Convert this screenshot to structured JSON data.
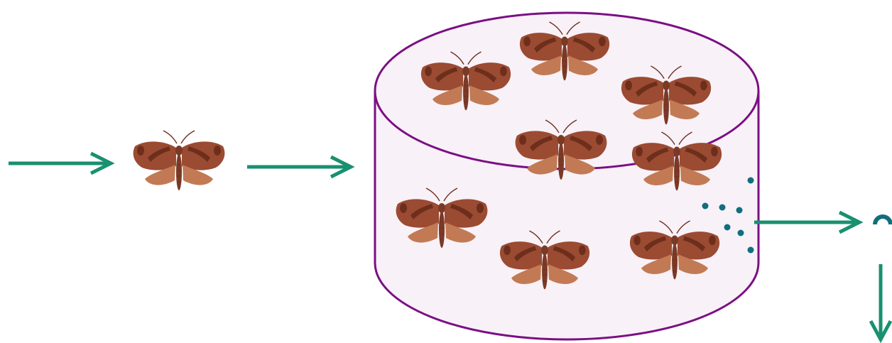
{
  "diagram": {
    "colors": {
      "arrow": "#1a9070",
      "container_stroke": "#7b0f83",
      "container_fill": "#f8f1f8",
      "particle": "#106e7e",
      "moth_wing": "#9a4b32",
      "moth_wing_dark": "#6e2e1c",
      "moth_wing_light": "#c27a55",
      "moth_body": "#7a3a26"
    },
    "icons": {
      "moth": "moth-icon",
      "arrow": "arrow-right-icon",
      "container": "cylinder-container",
      "particles": "dot-particles",
      "outlet": "partial-circle-icon"
    },
    "counts": {
      "moths_inside_container": 8,
      "incoming_moths": 1,
      "particles": 7
    }
  }
}
